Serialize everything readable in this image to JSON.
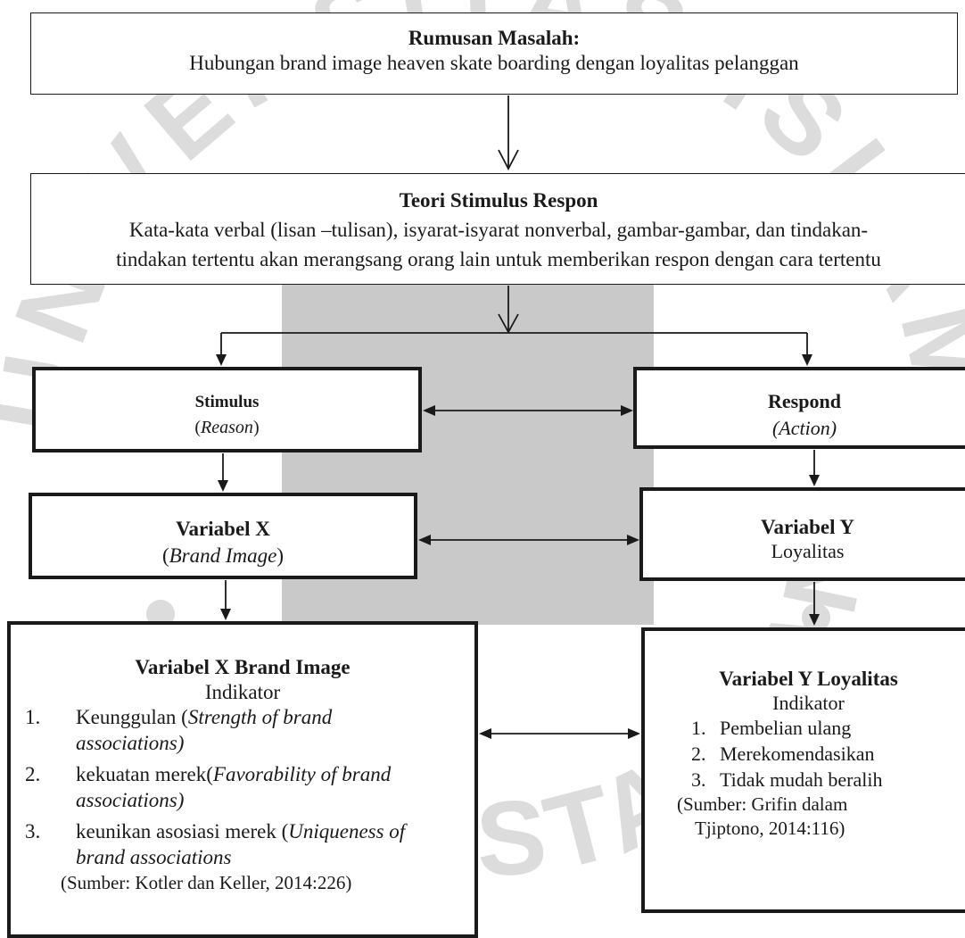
{
  "colors": {
    "line": "#1a1a1a",
    "gray_block": "#c9c9c9",
    "watermark": "#dcdcdc"
  },
  "watermark": {
    "text": "UNIVERSITAS ISLAM BANDUNG PERPUSTAKAAN"
  },
  "problem": {
    "title": "Rumusan Masalah:",
    "text": "Hubungan brand image heaven skate boarding dengan loyalitas pelanggan"
  },
  "theory": {
    "title": "Teori Stimulus Respon",
    "line1": "Kata-kata verbal (lisan –tulisan), isyarat-isyarat nonverbal, gambar-gambar, dan tindakan-",
    "line2": "tindakan tertentu akan merangsang orang lain untuk memberikan respon dengan cara tertentu"
  },
  "stimulus": {
    "title": "Stimulus",
    "open": "(",
    "sub": "Reason",
    "close": ")"
  },
  "respond": {
    "title": "Respond",
    "sub": "(Action)"
  },
  "var_x": {
    "title": "Variabel X",
    "open": "(",
    "sub": "Brand Image",
    "close": ")"
  },
  "var_y": {
    "title": "Variabel Y",
    "sub": "Loyalitas"
  },
  "x_detail": {
    "title": "Variabel X Brand Image",
    "subtitle": "Indikator",
    "items": [
      {
        "num": "1.",
        "text": "Keunggulan (",
        "italic": "Strength of brand",
        "cont": "associations)"
      },
      {
        "num": "2.",
        "text": "kekuatan merek(",
        "italic": "Favorability of brand",
        "cont": "associations)"
      },
      {
        "num": "3.",
        "text": "keunikan asosiasi merek (",
        "italic": "Uniqueness of",
        "cont": "brand associations"
      }
    ],
    "source": "(Sumber: Kotler dan Keller, 2014:226)"
  },
  "y_detail": {
    "title": "Variabel Y Loyalitas",
    "subtitle": "Indikator",
    "items": [
      {
        "num": "1.",
        "text": "Pembelian ulang"
      },
      {
        "num": "2.",
        "text": "Merekomendasikan"
      },
      {
        "num": "3.",
        "text": "Tidak mudah beralih"
      }
    ],
    "source1": "(Sumber: Grifin dalam",
    "source2": "Tjiptono, 2014:116)"
  }
}
